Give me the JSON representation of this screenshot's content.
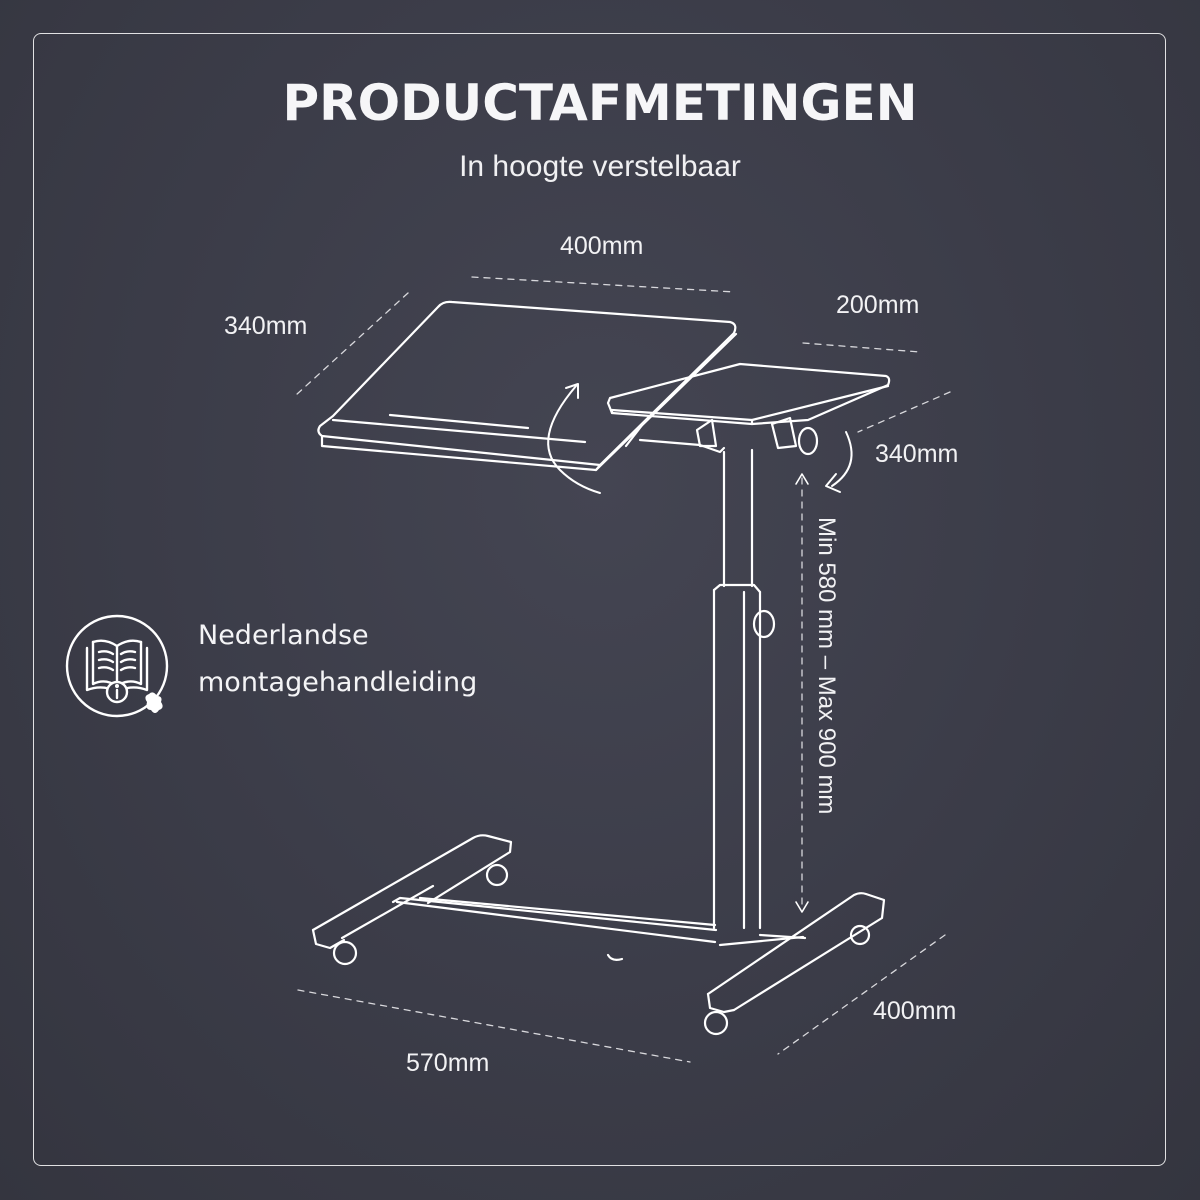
{
  "header": {
    "title": "PRODUCTAFMETINGEN",
    "subtitle": "In hoogte verstelbaar"
  },
  "dimensions": {
    "main_top_width": "400mm",
    "main_top_depth": "340mm",
    "side_top_width": "200mm",
    "side_top_depth": "340mm",
    "height_range": "Min 580 mm – Max 900 mm",
    "base_length": "570mm",
    "base_width": "400mm"
  },
  "feature": {
    "icon": "book-info-icon",
    "line1": "Nederlandse",
    "line2": "montagehandleiding"
  },
  "colors": {
    "background": "#3b3c48",
    "line": "#ffffff"
  }
}
